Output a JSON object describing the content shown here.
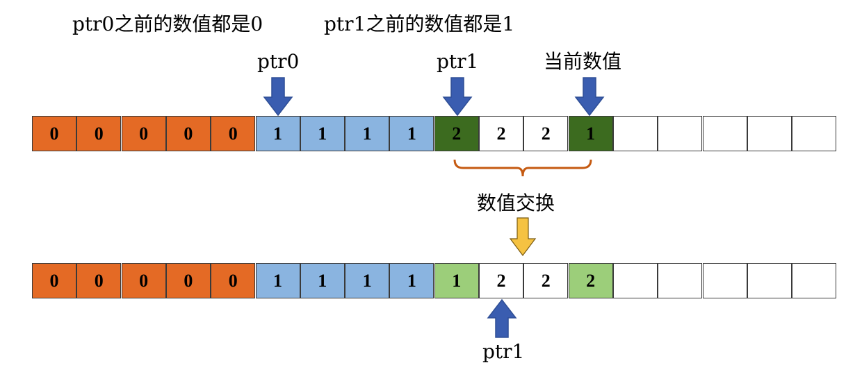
{
  "colors": {
    "zero": "#e46a25",
    "one": "#8ab4e0",
    "current": "#3c6b1f",
    "swapped": "#9cce7a",
    "empty": "#ffffff",
    "pointer_arrow": "#3a5db0",
    "swap_arrow": "#f5c242",
    "bracket": "#c55a11"
  },
  "labels": {
    "ptr0_note": "ptr0之前的数值都是0",
    "ptr1_note": "ptr1之前的数值都是1",
    "ptr0": "ptr0",
    "ptr1_top": "ptr1",
    "current_value": "当前数值",
    "swap": "数值交换",
    "ptr1_bottom": "ptr1"
  },
  "top_row": [
    {
      "value": "0",
      "color": "zero"
    },
    {
      "value": "0",
      "color": "zero"
    },
    {
      "value": "0",
      "color": "zero"
    },
    {
      "value": "0",
      "color": "zero"
    },
    {
      "value": "0",
      "color": "zero"
    },
    {
      "value": "1",
      "color": "one"
    },
    {
      "value": "1",
      "color": "one"
    },
    {
      "value": "1",
      "color": "one"
    },
    {
      "value": "1",
      "color": "one"
    },
    {
      "value": "2",
      "color": "current"
    },
    {
      "value": "2",
      "color": "empty"
    },
    {
      "value": "2",
      "color": "empty"
    },
    {
      "value": "1",
      "color": "current"
    },
    {
      "value": "",
      "color": "empty"
    },
    {
      "value": "",
      "color": "empty"
    },
    {
      "value": "",
      "color": "empty"
    },
    {
      "value": "",
      "color": "empty"
    },
    {
      "value": "",
      "color": "empty"
    }
  ],
  "bottom_row": [
    {
      "value": "0",
      "color": "zero"
    },
    {
      "value": "0",
      "color": "zero"
    },
    {
      "value": "0",
      "color": "zero"
    },
    {
      "value": "0",
      "color": "zero"
    },
    {
      "value": "0",
      "color": "zero"
    },
    {
      "value": "1",
      "color": "one"
    },
    {
      "value": "1",
      "color": "one"
    },
    {
      "value": "1",
      "color": "one"
    },
    {
      "value": "1",
      "color": "one"
    },
    {
      "value": "1",
      "color": "swapped"
    },
    {
      "value": "2",
      "color": "empty"
    },
    {
      "value": "2",
      "color": "empty"
    },
    {
      "value": "2",
      "color": "swapped"
    },
    {
      "value": "",
      "color": "empty"
    },
    {
      "value": "",
      "color": "empty"
    },
    {
      "value": "",
      "color": "empty"
    },
    {
      "value": "",
      "color": "empty"
    },
    {
      "value": "",
      "color": "empty"
    }
  ]
}
